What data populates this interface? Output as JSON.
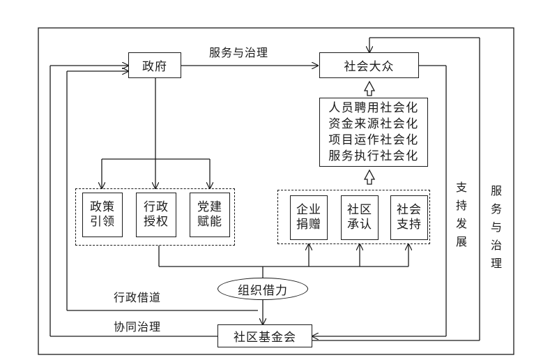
{
  "nodes": {
    "government": "政府",
    "public": "社会大众",
    "socialization": [
      "人员聘用社会化",
      "资金来源社会化",
      "项目运作社会化",
      "服务执行社会化"
    ],
    "policy_guidance": [
      "政策",
      "引领"
    ],
    "admin_authorization": [
      "行政",
      "授权"
    ],
    "party_empowerment": [
      "党建",
      "赋能"
    ],
    "enterprise_donation": [
      "企业",
      "捐赠"
    ],
    "community_recognition": [
      "社区",
      "承认"
    ],
    "social_support": [
      "社会",
      "支持"
    ],
    "organizational_leverage": "组织借力",
    "community_foundation": "社区基金会"
  },
  "labels": {
    "service_governance_top": "服务与治理",
    "support_development": "支持发展",
    "service_governance_right": "服务与治理",
    "admin_channel": "行政借道",
    "collaborative_governance": "协同治理"
  }
}
